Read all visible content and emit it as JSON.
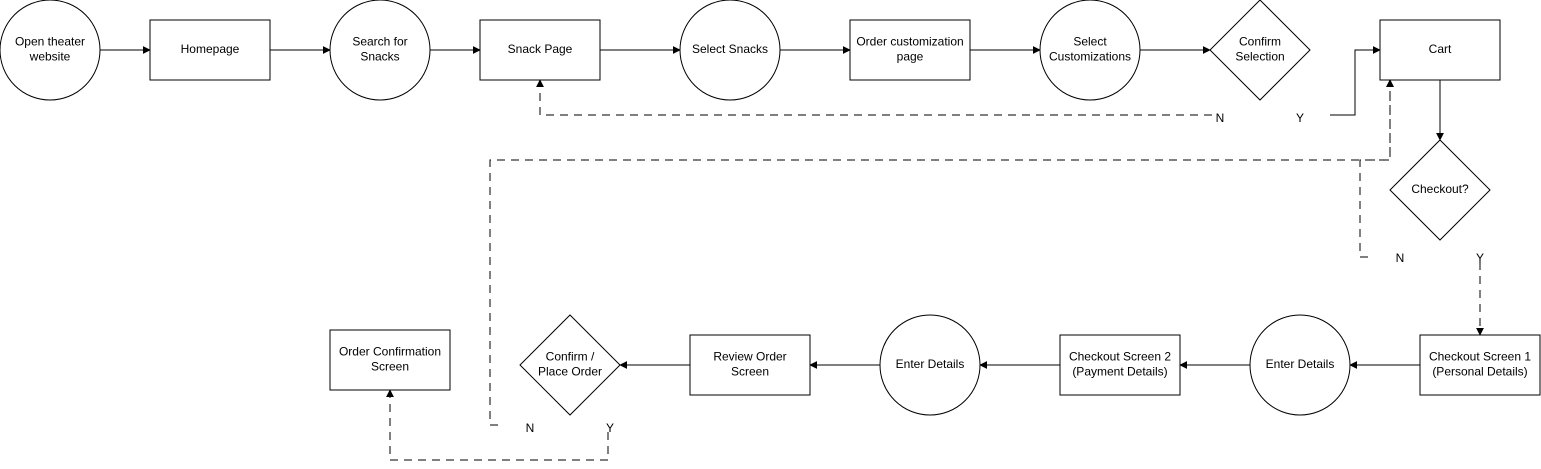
{
  "diagram": {
    "nodes": [
      {
        "id": "open",
        "shape": "circle",
        "lines": [
          "Open theater",
          "website"
        ]
      },
      {
        "id": "home",
        "shape": "rect",
        "lines": [
          "Homepage"
        ]
      },
      {
        "id": "search",
        "shape": "circle",
        "lines": [
          "Search for",
          "Snacks"
        ]
      },
      {
        "id": "snackpage",
        "shape": "rect",
        "lines": [
          "Snack Page"
        ]
      },
      {
        "id": "selectsnacks",
        "shape": "circle",
        "lines": [
          "Select Snacks"
        ]
      },
      {
        "id": "ordercustom",
        "shape": "rect",
        "lines": [
          "Order customization",
          "page"
        ]
      },
      {
        "id": "selectcustom",
        "shape": "circle",
        "lines": [
          "Select",
          "Customizations"
        ]
      },
      {
        "id": "confirmsel",
        "shape": "diamond",
        "lines": [
          "Confirm",
          "Selection"
        ]
      },
      {
        "id": "cart",
        "shape": "rect",
        "lines": [
          "Cart"
        ]
      },
      {
        "id": "checkout",
        "shape": "diamond",
        "lines": [
          "Checkout?"
        ]
      },
      {
        "id": "cs1",
        "shape": "rect",
        "lines": [
          "Checkout Screen 1",
          "(Personal Details)"
        ]
      },
      {
        "id": "enter1",
        "shape": "circle",
        "lines": [
          "Enter Details"
        ]
      },
      {
        "id": "cs2",
        "shape": "rect",
        "lines": [
          "Checkout Screen 2",
          "(Payment Details)"
        ]
      },
      {
        "id": "enter2",
        "shape": "circle",
        "lines": [
          "Enter Details"
        ]
      },
      {
        "id": "review",
        "shape": "rect",
        "lines": [
          "Review Order",
          "Screen"
        ]
      },
      {
        "id": "placeorder",
        "shape": "diamond",
        "lines": [
          "Confirm /",
          "Place Order"
        ]
      },
      {
        "id": "orderconf",
        "shape": "rect",
        "lines": [
          "Order Confirmation",
          "Screen"
        ]
      }
    ],
    "edges": [
      {
        "from": "open",
        "to": "home",
        "style": "solid"
      },
      {
        "from": "home",
        "to": "search",
        "style": "solid"
      },
      {
        "from": "search",
        "to": "snackpage",
        "style": "solid"
      },
      {
        "from": "snackpage",
        "to": "selectsnacks",
        "style": "solid"
      },
      {
        "from": "selectsnacks",
        "to": "ordercustom",
        "style": "solid"
      },
      {
        "from": "ordercustom",
        "to": "selectcustom",
        "style": "solid"
      },
      {
        "from": "selectcustom",
        "to": "confirmsel",
        "style": "solid"
      },
      {
        "from": "confirmsel",
        "to": "cart",
        "style": "solid",
        "label": "Y"
      },
      {
        "from": "confirmsel",
        "to": "snackpage",
        "style": "dashed",
        "label": "N"
      },
      {
        "from": "cart",
        "to": "checkout",
        "style": "solid"
      },
      {
        "from": "checkout",
        "to": "cs1",
        "style": "dashed",
        "label": "Y"
      },
      {
        "from": "checkout",
        "to": "cart",
        "style": "dashed",
        "label": "N"
      },
      {
        "from": "cs1",
        "to": "enter1",
        "style": "solid"
      },
      {
        "from": "enter1",
        "to": "cs2",
        "style": "solid"
      },
      {
        "from": "cs2",
        "to": "enter2",
        "style": "solid"
      },
      {
        "from": "enter2",
        "to": "review",
        "style": "solid"
      },
      {
        "from": "review",
        "to": "placeorder",
        "style": "solid"
      },
      {
        "from": "placeorder",
        "to": "orderconf",
        "style": "dashed",
        "label": "Y"
      },
      {
        "from": "placeorder",
        "to": "cart",
        "style": "dashed",
        "label": "N"
      }
    ]
  }
}
